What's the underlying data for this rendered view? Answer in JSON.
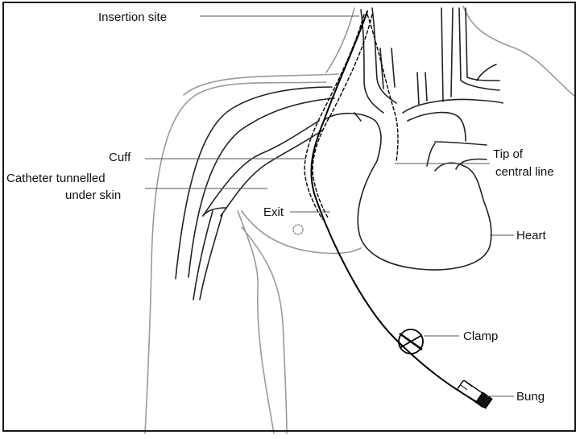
{
  "diagram": {
    "labels": {
      "insertion_site": "Insertion site",
      "cuff": "Cuff",
      "tunnel_line1": "Catheter tunnelled",
      "tunnel_line2": "under skin",
      "exit": "Exit",
      "tip_line1": "Tip of",
      "tip_line2": "central line",
      "heart": "Heart",
      "clamp": "Clamp",
      "bung": "Bung"
    },
    "colors": {
      "body_outline": "#9a9a9a",
      "vessel_line": "#222222",
      "catheter": "#000000",
      "text": "#111111"
    }
  }
}
